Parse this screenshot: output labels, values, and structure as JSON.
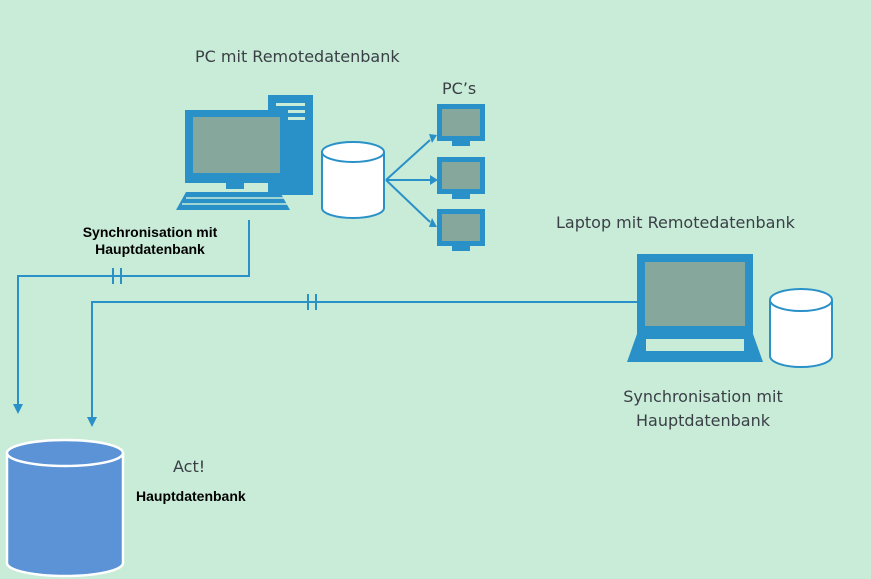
{
  "labels": {
    "pc_remote": "PC mit Remotedatenbank",
    "pcs": "PC’s",
    "laptop_remote": "Laptop mit Remotedatenbank",
    "sync_left_line1": "Synchronisation mit",
    "sync_left_line2": "Hauptdatenbank",
    "sync_right_line1": "Synchronisation mit",
    "sync_right_line2": "Hauptdatenbank",
    "act": "Act!",
    "main_db": "Hauptdatenbank"
  },
  "colors": {
    "background": "#c8ecd8",
    "device_blue": "#2a91c8",
    "screen_gray": "#86a89c",
    "db_fill": "#ffffff",
    "db_stroke": "#2a91c8",
    "main_db_fill": "#5b93d6",
    "connector": "#2a91c8"
  },
  "icons": [
    "desktop-pc-icon",
    "database-icon",
    "monitor-icon",
    "laptop-icon",
    "main-database-icon"
  ]
}
